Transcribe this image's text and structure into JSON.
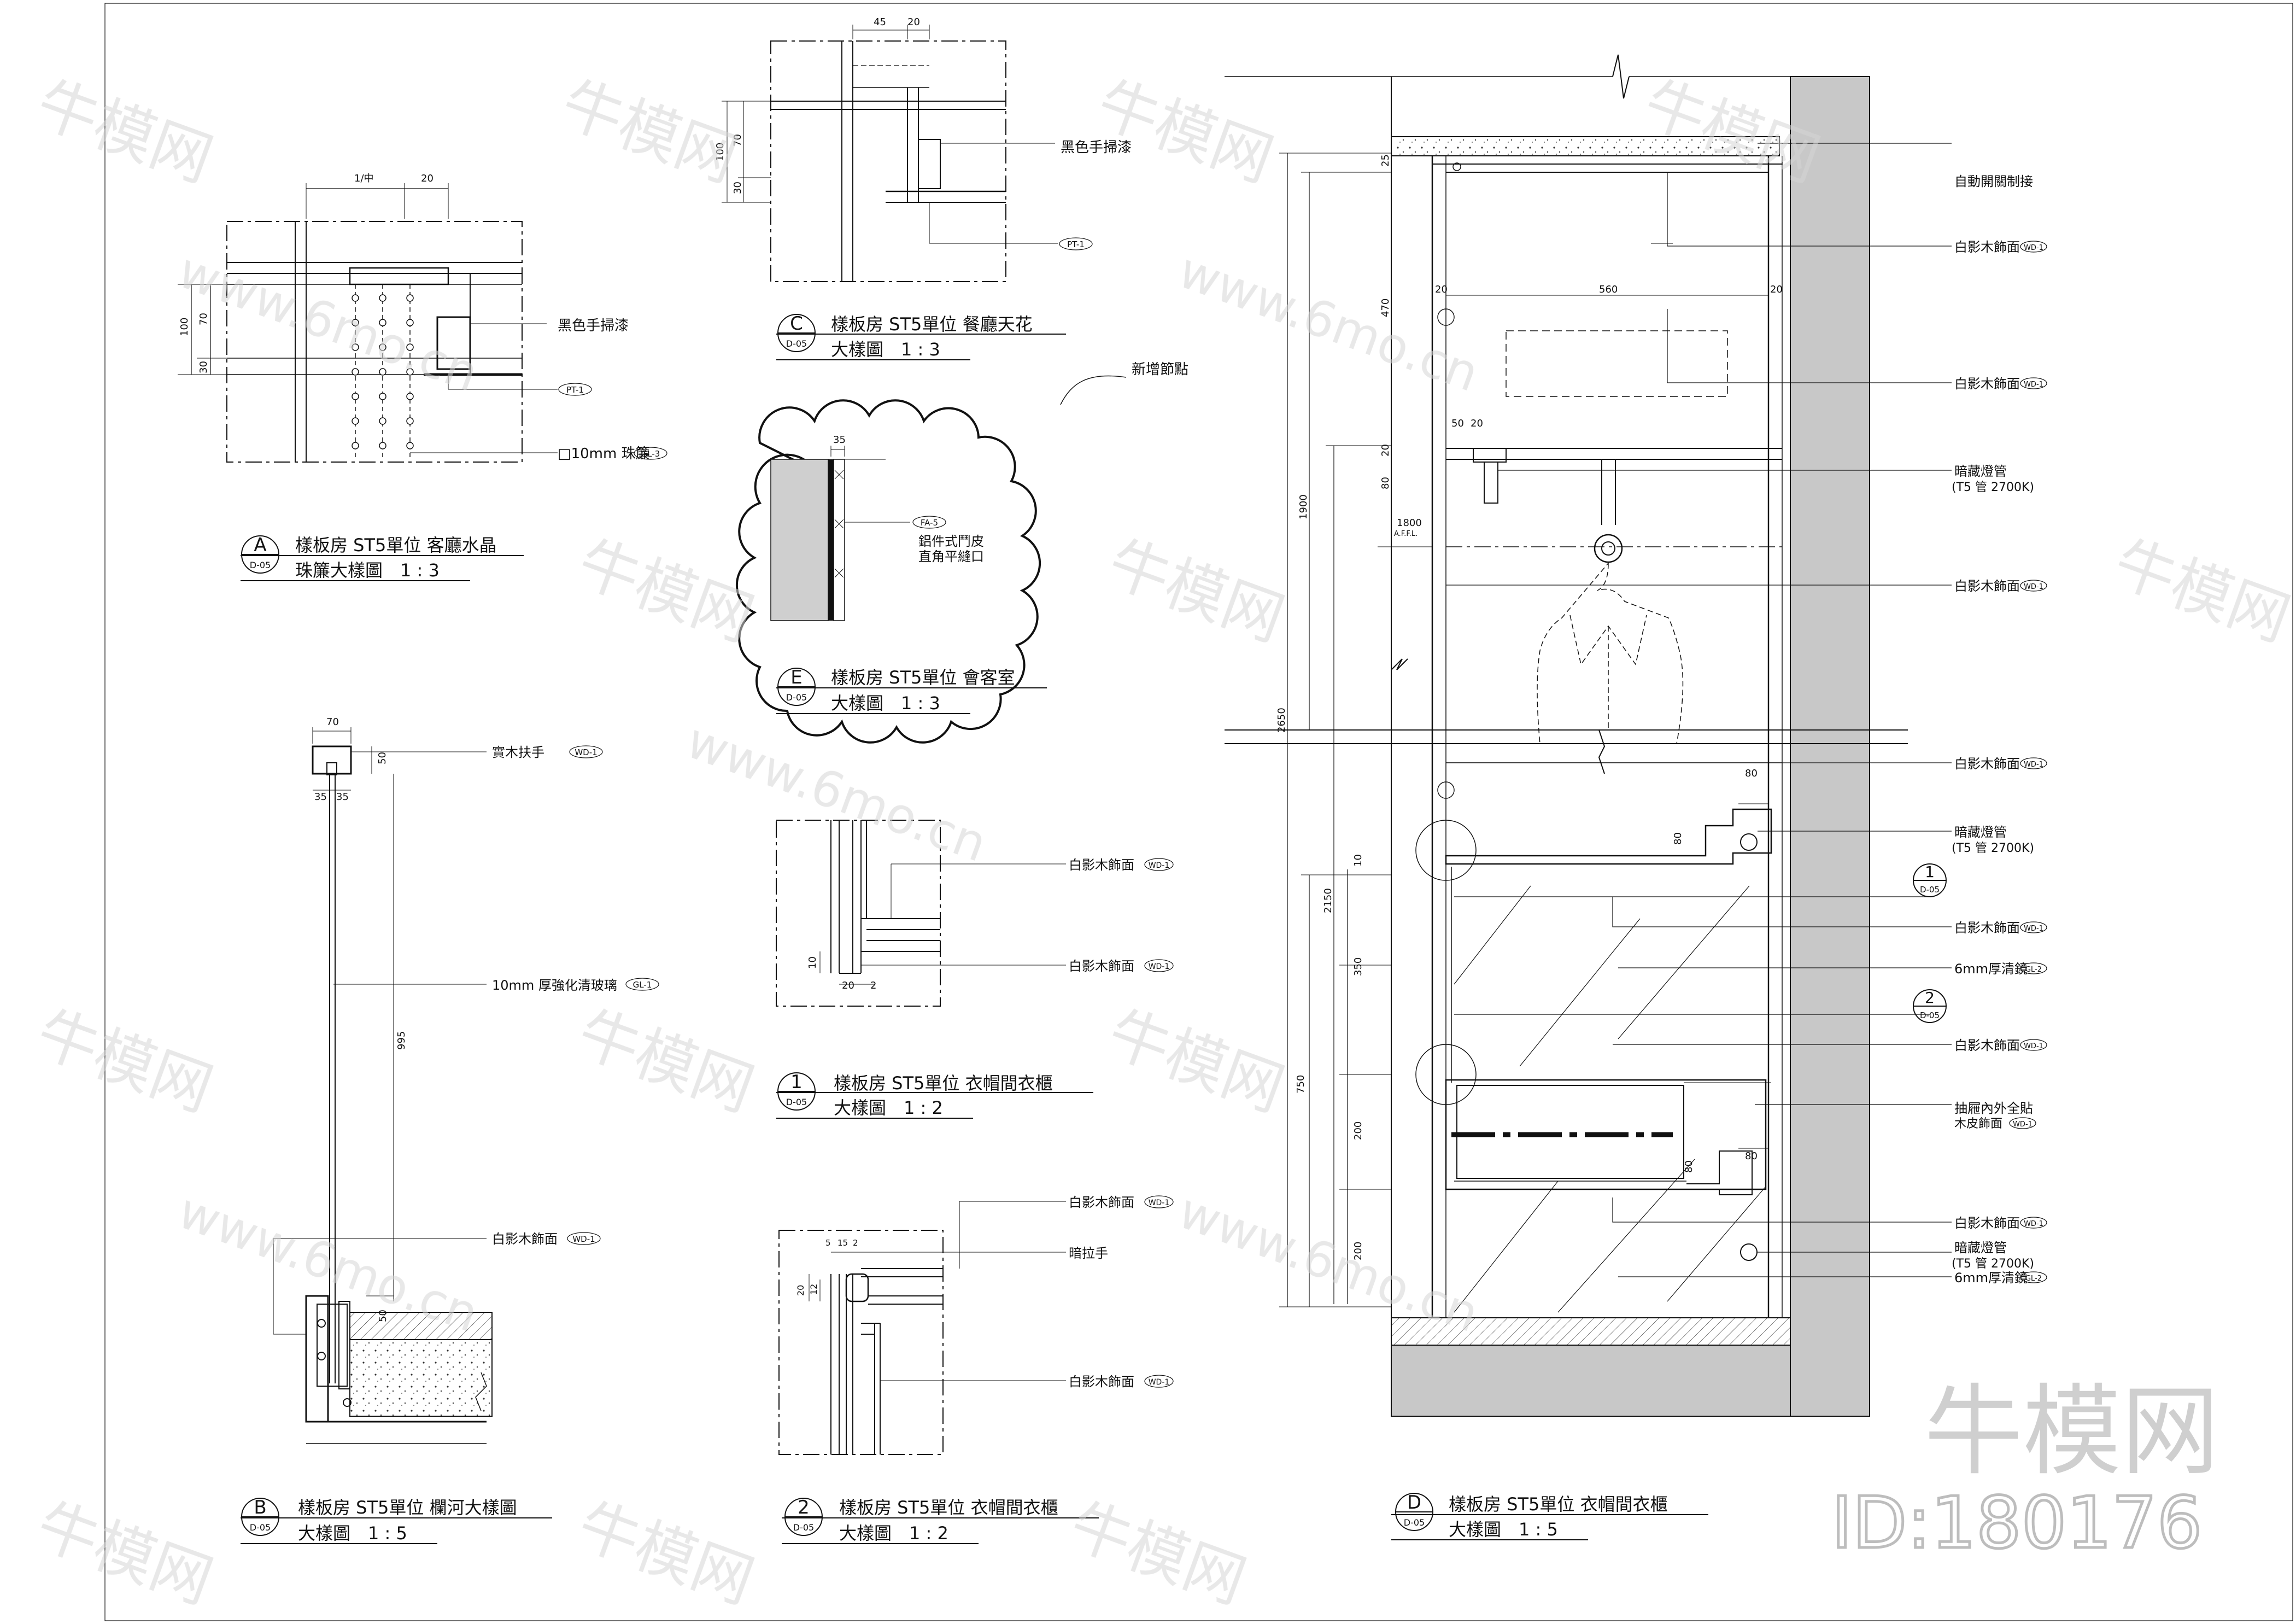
{
  "details": {
    "A": {
      "letter": "A",
      "ref": "D-05",
      "title_line1": "樣板房 ST5單位 客廳水晶",
      "title_line2": "珠簾大樣圖　1 : 3",
      "dims": [
        "1/中",
        "20",
        "70",
        "100",
        "30"
      ],
      "labels": [
        "黑色手掃漆",
        "PT-1",
        "□10mm 珠簾",
        "GL-3"
      ]
    },
    "B": {
      "letter": "B",
      "ref": "D-05",
      "title_line1": "樣板房 ST5單位 欄河大樣圖",
      "title_line2": "大樣圖　1 : 5",
      "dims": [
        "70",
        "50",
        "35",
        "35",
        "995",
        "50"
      ],
      "labels": [
        "實木扶手",
        "WD-1",
        "10mm 厚強化清玻璃",
        "GL-1",
        "白影木飾面",
        "WD-1"
      ]
    },
    "C": {
      "letter": "C",
      "ref": "D-05",
      "title_line1": "樣板房 ST5單位 餐廳天花",
      "title_line2": "大樣圖　1 : 3",
      "dims": [
        "45",
        "20",
        "100",
        "70",
        "30"
      ],
      "labels": [
        "黑色手掃漆",
        "PT-1"
      ]
    },
    "E": {
      "letter": "E",
      "ref": "D-05",
      "title_line1": "樣板房 ST5單位 會客室",
      "title_line2": "大樣圖　1 : 3",
      "cloud_note": "新增節點",
      "dims": [
        "35"
      ],
      "labels": [
        "FA-5",
        "鋁件式鬥皮",
        "直角平縫口"
      ]
    },
    "D1": {
      "letter": "1",
      "ref": "D-05",
      "title_line1": "樣板房 ST5單位 衣帽間衣櫃",
      "title_line2": "大樣圖　1 : 2",
      "dims": [
        "10",
        "20",
        "2"
      ],
      "labels": [
        "白影木飾面",
        "WD-1",
        "白影木飾面",
        "WD-1"
      ]
    },
    "D2": {
      "letter": "2",
      "ref": "D-05",
      "title_line1": "樣板房 ST5單位 衣帽間衣櫃",
      "title_line2": "大樣圖　1 : 2",
      "dims": [
        "5",
        "15",
        "2",
        "20",
        "12"
      ],
      "labels": [
        "白影木飾面",
        "WD-1",
        "暗拉手",
        "白影木飾面",
        "WD-1"
      ]
    },
    "D": {
      "letter": "D",
      "ref": "D-05",
      "title_line1": "樣板房 ST5單位 衣帽間衣櫃",
      "title_line2": "大樣圖　1 : 5",
      "dims": [
        "25",
        "470",
        "20",
        "80",
        "1900",
        "2650",
        "560",
        "20",
        "20",
        "50",
        "20",
        "1800",
        "A.F.F.L.",
        "80",
        "80",
        "10",
        "2150",
        "350",
        "750",
        "200",
        "200",
        "80",
        "80"
      ],
      "callouts": [
        {
          "text": "自動開關制接"
        },
        {
          "text": "白影木飾面",
          "tag": "WD-1"
        },
        {
          "text": "白影木飾面",
          "tag": "WD-1"
        },
        {
          "text": "暗藏燈管",
          "sub": "(T5 管 2700K)"
        },
        {
          "text": "白影木飾面",
          "tag": "WD-1"
        },
        {
          "text": "白影木飾面",
          "tag": "WD-1"
        },
        {
          "text": "暗藏燈管",
          "sub": "(T5 管 2700K)"
        },
        {
          "text": "白影木飾面",
          "tag": "WD-1"
        },
        {
          "text": "6mm厚清鏡",
          "tag": "GL-2"
        },
        {
          "text": "白影木飾面",
          "tag": "WD-1"
        },
        {
          "text": "抽屜內外全貼",
          "sub": "木皮飾面",
          "tag": "WD-1"
        },
        {
          "text": "暗藏燈管",
          "sub": "(T5 管 2700K)"
        },
        {
          "text": "白影木飾面",
          "tag": "WD-1"
        },
        {
          "text": "6mm厚清鏡",
          "tag": "GL-2"
        }
      ],
      "section_marks": [
        {
          "num": "1",
          "ref": "D-05"
        },
        {
          "num": "2",
          "ref": "D-05"
        }
      ]
    }
  },
  "watermark": {
    "text": "牛模网",
    "site": "www.6mo.cn",
    "id": "ID:180176"
  }
}
